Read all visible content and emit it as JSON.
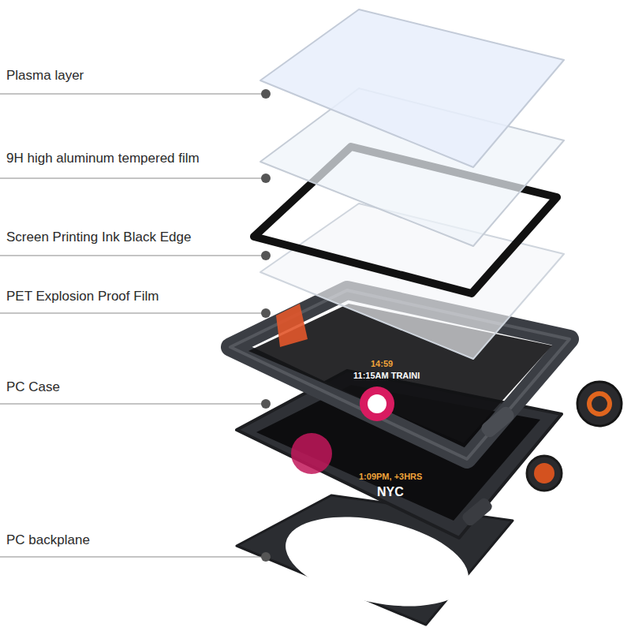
{
  "diagram": {
    "labels": [
      "Plasma layer",
      "9H high aluminum tempered film",
      "Screen Printing Ink Black Edge",
      "PET Explosion Proof Film",
      "PC Case",
      "PC backplane",
      "14:59",
      "11:15AM TRAINI",
      "1:09PM, +3HRS",
      "NYC"
    ]
  }
}
